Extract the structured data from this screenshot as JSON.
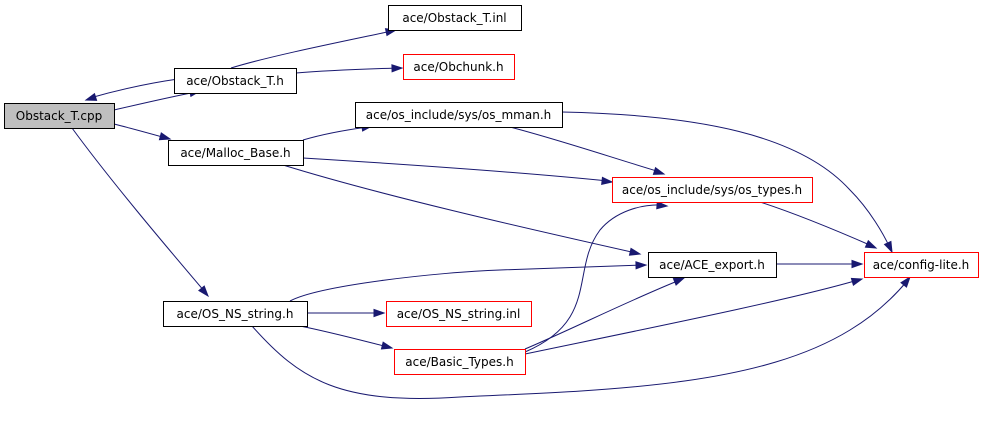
{
  "nodes": [
    {
      "id": "obstack_t_cpp",
      "label": "Obstack_T.cpp",
      "style": "root"
    },
    {
      "id": "obstack_t_h",
      "label": "ace/Obstack_T.h",
      "style": "normal"
    },
    {
      "id": "obstack_t_inl",
      "label": "ace/Obstack_T.inl",
      "style": "normal"
    },
    {
      "id": "obchunk_h",
      "label": "ace/Obchunk.h",
      "style": "external"
    },
    {
      "id": "malloc_base_h",
      "label": "ace/Malloc_Base.h",
      "style": "normal"
    },
    {
      "id": "os_mman_h",
      "label": "ace/os_include/sys/os_mman.h",
      "style": "normal"
    },
    {
      "id": "os_types_h",
      "label": "ace/os_include/sys/os_types.h",
      "style": "external"
    },
    {
      "id": "ace_export_h",
      "label": "ace/ACE_export.h",
      "style": "normal"
    },
    {
      "id": "config_lite_h",
      "label": "ace/config-lite.h",
      "style": "external"
    },
    {
      "id": "os_ns_string_h",
      "label": "ace/OS_NS_string.h",
      "style": "normal"
    },
    {
      "id": "os_ns_string_inl",
      "label": "ace/OS_NS_string.inl",
      "style": "external"
    },
    {
      "id": "basic_types_h",
      "label": "ace/Basic_Types.h",
      "style": "external"
    }
  ],
  "edges": [
    {
      "from": "obstack_t_h",
      "to": "obstack_t_cpp"
    },
    {
      "from": "obstack_t_cpp",
      "to": "obstack_t_h"
    },
    {
      "from": "obstack_t_h",
      "to": "obstack_t_inl"
    },
    {
      "from": "obstack_t_h",
      "to": "obchunk_h"
    },
    {
      "from": "obstack_t_cpp",
      "to": "malloc_base_h"
    },
    {
      "from": "obstack_t_cpp",
      "to": "os_ns_string_h"
    },
    {
      "from": "malloc_base_h",
      "to": "os_mman_h"
    },
    {
      "from": "malloc_base_h",
      "to": "os_types_h"
    },
    {
      "from": "malloc_base_h",
      "to": "ace_export_h"
    },
    {
      "from": "os_mman_h",
      "to": "os_types_h"
    },
    {
      "from": "os_mman_h",
      "to": "config_lite_h"
    },
    {
      "from": "os_types_h",
      "to": "config_lite_h"
    },
    {
      "from": "ace_export_h",
      "to": "config_lite_h"
    },
    {
      "from": "os_ns_string_h",
      "to": "ace_export_h"
    },
    {
      "from": "os_ns_string_h",
      "to": "os_ns_string_inl"
    },
    {
      "from": "os_ns_string_h",
      "to": "basic_types_h"
    },
    {
      "from": "os_ns_string_h",
      "to": "config_lite_h"
    },
    {
      "from": "basic_types_h",
      "to": "os_types_h"
    },
    {
      "from": "basic_types_h",
      "to": "ace_export_h"
    },
    {
      "from": "basic_types_h",
      "to": "config_lite_h"
    }
  ],
  "colors": {
    "edge": "#191970",
    "root_fill": "#bfbfbf",
    "root_border": "#000000",
    "normal_border": "#000000",
    "external_border": "#ff0000",
    "node_fill": "#ffffff",
    "text": "#000000"
  }
}
